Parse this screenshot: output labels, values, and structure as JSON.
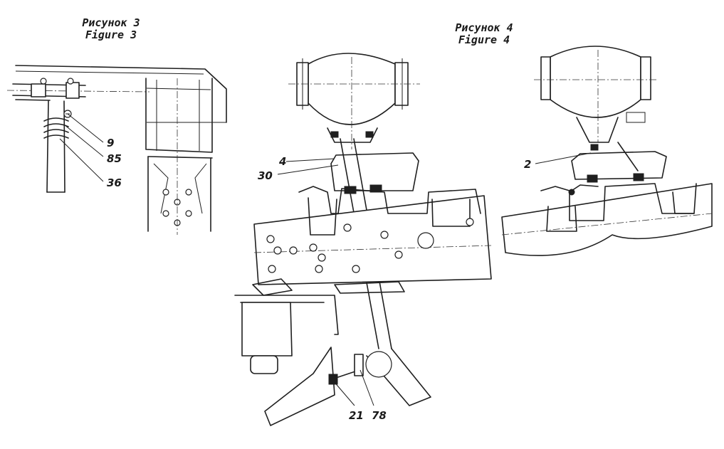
{
  "figure3": {
    "caption_ru": "Рисунок 3",
    "caption_en": "Figure 3",
    "callouts": [
      "9",
      "85",
      "36"
    ]
  },
  "figure4_left": {
    "caption_ru": "Рисунок 4",
    "caption_en": "Figure 4",
    "callouts": [
      "4",
      "30",
      "21",
      "78"
    ]
  },
  "figure4_right": {
    "callouts": [
      "2"
    ]
  }
}
